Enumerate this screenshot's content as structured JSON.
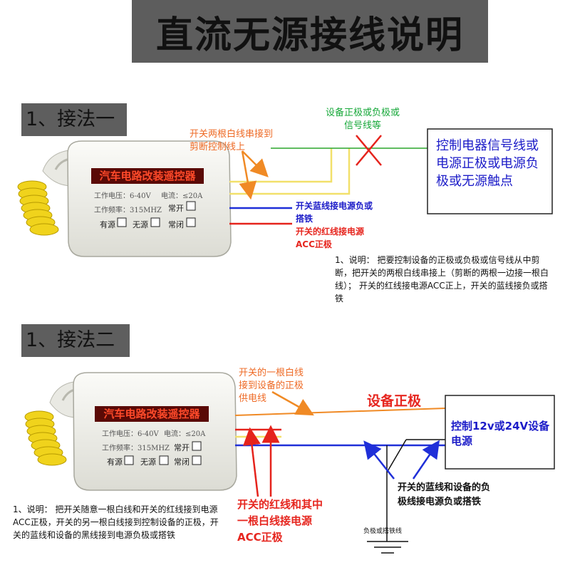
{
  "title": "直流无源接线说明",
  "method1": {
    "label": "1、接法一",
    "annotation_switch_white": "开关两根白线串接到剪断控制线上",
    "annotation_signal": "设备正极或负极或信号线等",
    "target_box": "控制电器信号线或电源正极或电源负极或无源触点",
    "annotation_blue": "开关蓝线接电源负或搭铁",
    "annotation_red": "开关的红线接电源ACC正极",
    "note": "1、说明： 把要控制设备的正极或负极或信号线从中剪断，把开关的两根白线串接上（剪断的两根一边接一根白线）； 开关的红线接电源ACC正上，开关的蓝线接负或搭铁"
  },
  "method2": {
    "label": "1、接法二",
    "annotation_white": "开关的一根白线接到设备的正极供电线",
    "device_positive": "设备正极",
    "target_box": "控制12v或24V设备电源",
    "annotation_red_white": "开关的红线和其中一根白线接电源ACC正极",
    "annotation_blue_black": "开关的蓝线和设备的负极线接电源负或搭铁",
    "ground_label": "负极或搭铁线",
    "note": "1、说明： 把开关随意一根白线和开关的红线接到电源ACC正极，开关的另一根白线接到控制设备的正极，开关的蓝线和设备的黑线接到电源负极或搭铁"
  },
  "device": {
    "name": "汽车电路改装遥控器",
    "voltage": "工作电压：6-40V",
    "current": "电流：≤20A",
    "frequency": "工作频率：315MHZ",
    "always_on": "常开",
    "powered": "有源",
    "passive": "无源",
    "always_closed": "常闭"
  },
  "colors": {
    "red_wire": "#e5231c",
    "blue_wire": "#1f2fd8",
    "white_wire": "#f2e06a",
    "green_wire": "#2aa52c",
    "orange_arrow": "#f08a25",
    "title_bg": "#5d5d5d"
  }
}
